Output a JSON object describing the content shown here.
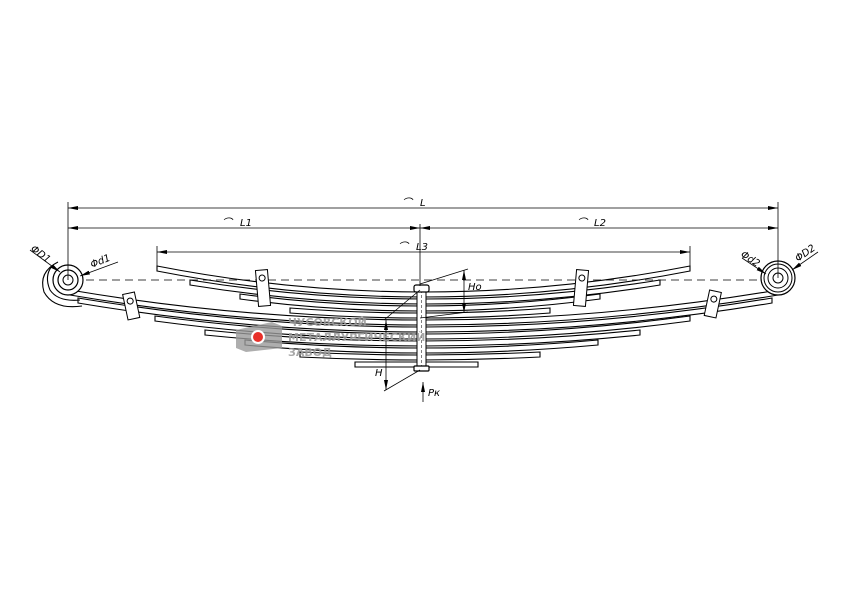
{
  "drawing": {
    "labels": {
      "L": "L",
      "L1": "L1",
      "L2": "L2",
      "L3": "L3",
      "Ho": "Ho",
      "H": "H",
      "Pk": "Pк",
      "D1": "ΦD1",
      "d1": "Φd1",
      "d2": "Φd2",
      "D2": "ΦD2"
    },
    "arc_symbol": "⌒"
  },
  "logo": {
    "lines": [
      "ЧУСОВСКОЙ",
      "МЕТАЛЛУРГИЧЕСКИЙ",
      "ЗАВОД"
    ],
    "colors": {
      "gray": "#9a9a9a",
      "red": "#e8302a"
    }
  }
}
